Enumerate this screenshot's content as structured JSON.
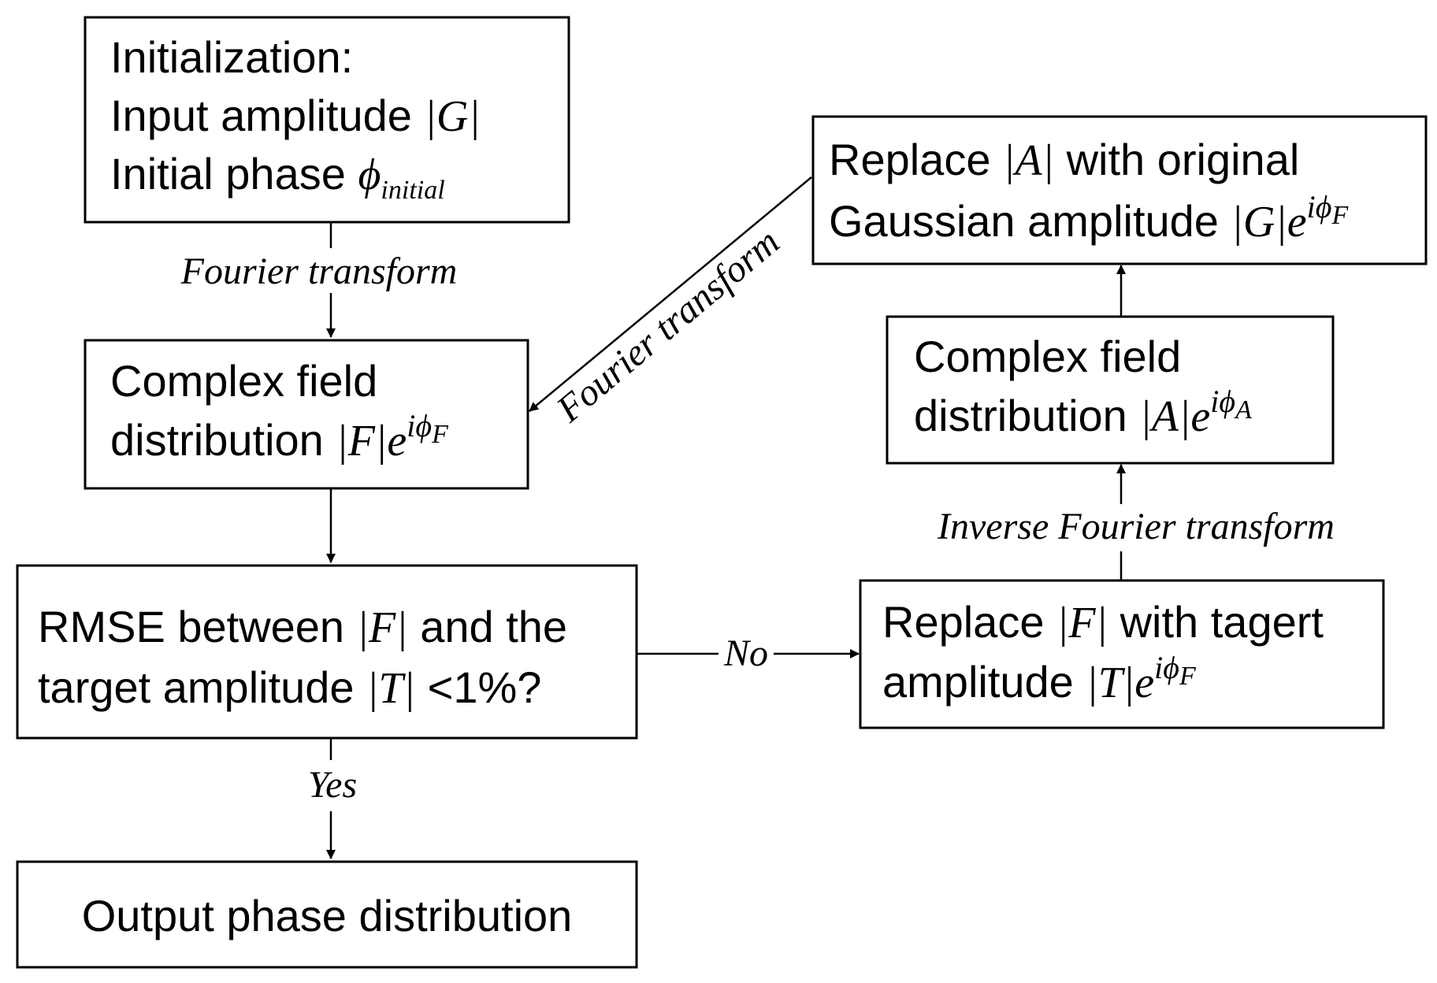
{
  "nodes": {
    "init": {
      "line1": "Initialization:",
      "line2_text": "Input amplitude ",
      "line2_math": "|G|",
      "line3_text": "Initial phase ",
      "line3_math": "ϕ",
      "line3_sub": "initial"
    },
    "complex_f": {
      "line1": "Complex field",
      "line2_text": "distribution ",
      "line2_math": "|F|e",
      "line2_sup": "iϕ",
      "line2_supsub": "F"
    },
    "rmse": {
      "line1_text_a": "RMSE between ",
      "line1_math": "|F|",
      "line1_text_b": " and the",
      "line2_text_a": "target amplitude ",
      "line2_math": "|T|",
      "line2_text_b": " <1%?"
    },
    "output": {
      "line1": "Output phase distribution"
    },
    "replace_f": {
      "line1_text_a": "Replace ",
      "line1_math": "|F|",
      "line1_text_b": " with tagert",
      "line2_text": "amplitude ",
      "line2_math": "|T|e",
      "line2_sup": "iϕ",
      "line2_supsub": "F"
    },
    "complex_a": {
      "line1": "Complex field",
      "line2_text": "distribution ",
      "line2_math": "|A|e",
      "line2_sup": "iϕ",
      "line2_supsub": "A"
    },
    "replace_a": {
      "line1_text_a": "Replace ",
      "line1_math": "|A|",
      "line1_text_b": " with original",
      "line2_text": "Gaussian amplitude ",
      "line2_math": "|G|e",
      "line2_sup": "iϕ",
      "line2_supsub": "F"
    }
  },
  "edges": {
    "init_to_complex_f": "Fourier transform",
    "complex_f_to_rmse": "",
    "rmse_to_output": "Yes",
    "rmse_to_replace_f": "No",
    "replace_f_to_complex_a": "Inverse Fourier transform",
    "complex_a_to_replace_a": "",
    "replace_a_to_complex_f": "Fourier transform"
  }
}
